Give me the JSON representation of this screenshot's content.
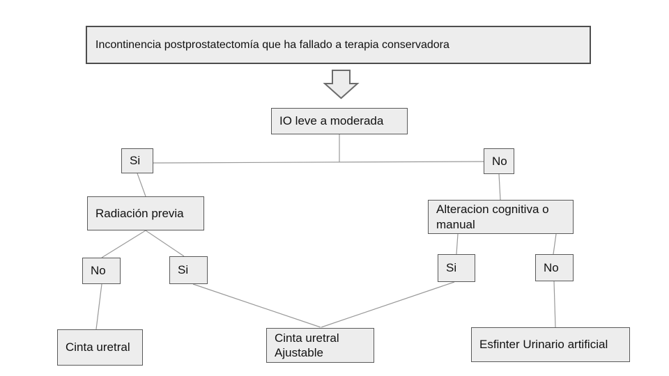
{
  "diagram": {
    "type": "flowchart",
    "colors": {
      "box_fill": "#ededed",
      "box_border": "#595959",
      "connector": "#999999",
      "arrow_fill": "#ededed",
      "arrow_border": "#6b6b6b",
      "text": "#111111",
      "background": "#ffffff"
    },
    "icons": {
      "down_arrow": "block-down-arrow"
    },
    "nodes": {
      "root": {
        "label": "Incontinencia postprostatectomía que ha fallado a terapia conservadora"
      },
      "severity": {
        "label": "IO leve a moderada"
      },
      "severity_yes": {
        "label": "Si"
      },
      "severity_no": {
        "label": "No"
      },
      "radiation": {
        "label": "Radiación previa"
      },
      "cognitive": {
        "label": "Alteracion cognitiva o manual"
      },
      "radiation_no": {
        "label": "No"
      },
      "radiation_yes": {
        "label": "Si"
      },
      "cognitive_yes": {
        "label": "Si"
      },
      "cognitive_no": {
        "label": "No"
      },
      "urethral_sling": {
        "label": "Cinta uretral"
      },
      "adjustable_sling": {
        "label": "Cinta uretral\nAjustable"
      },
      "artificial_sphincter": {
        "label": "Esfinter Urinario artificial"
      }
    },
    "edges": [
      "severity -> severity_yes",
      "severity -> severity_no",
      "severity_yes -> radiation",
      "severity_no -> cognitive",
      "radiation -> radiation_no",
      "radiation -> radiation_yes",
      "cognitive -> cognitive_yes",
      "cognitive -> cognitive_no",
      "radiation_no -> urethral_sling",
      "radiation_yes -> adjustable_sling",
      "cognitive_yes -> adjustable_sling",
      "cognitive_no -> artificial_sphincter"
    ]
  }
}
